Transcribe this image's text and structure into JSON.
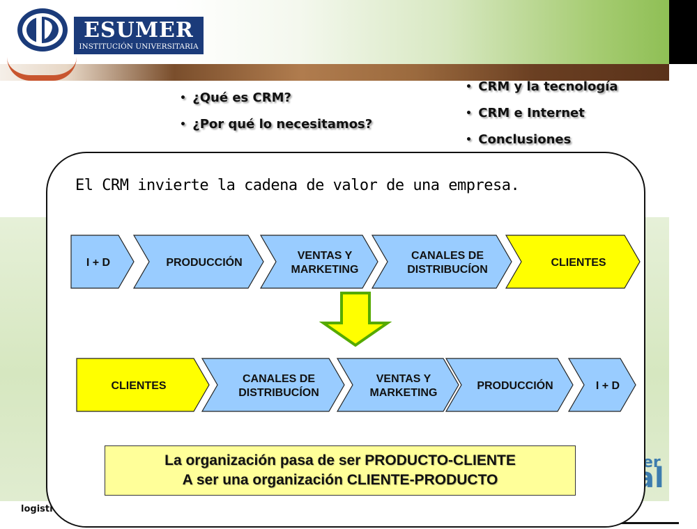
{
  "header": {
    "logo_name": "ESUMER",
    "logo_subtitle": "INSTITUCIÓN UNIVERSITARIA"
  },
  "agenda": {
    "left": [
      "¿Qué es CRM?",
      "¿Por qué lo necesitamos?"
    ],
    "right": [
      "CRM y la tecnología",
      "CRM e Internet",
      "Conclusiones"
    ]
  },
  "card": {
    "title": "El CRM invierte la cadena de valor de una empresa.",
    "chain_top": [
      {
        "label": "I + D",
        "fill": "#99ccff"
      },
      {
        "label": "PRODUCCIÓN",
        "fill": "#99ccff"
      },
      {
        "label": "VENTAS Y\nMARKETING",
        "fill": "#99ccff"
      },
      {
        "label": "CANALES DE\nDISTRIBUCÍON",
        "fill": "#99ccff"
      },
      {
        "label": "CLIENTES",
        "fill": "#ffff00"
      }
    ],
    "chain_bottom": [
      {
        "label": "CLIENTES",
        "fill": "#ffff00"
      },
      {
        "label": "CANALES DE\nDISTRIBUCÍON",
        "fill": "#99ccff"
      },
      {
        "label": "VENTAS Y\nMARKETING",
        "fill": "#99ccff"
      },
      {
        "label": "PRODUCCIÓN",
        "fill": "#99ccff"
      },
      {
        "label": "I + D",
        "fill": "#99ccff"
      }
    ],
    "arrow_fill": "#ffff00",
    "arrow_stroke": "#55aa00",
    "summary_line1": "La organización pasa de ser PRODUCTO-CLIENTE",
    "summary_line2": "A ser una organización CLIENTE-PRODUCTO"
  },
  "background": {
    "footer_text": "logistics@",
    "side_text_1": "er",
    "side_text_2": "al"
  }
}
